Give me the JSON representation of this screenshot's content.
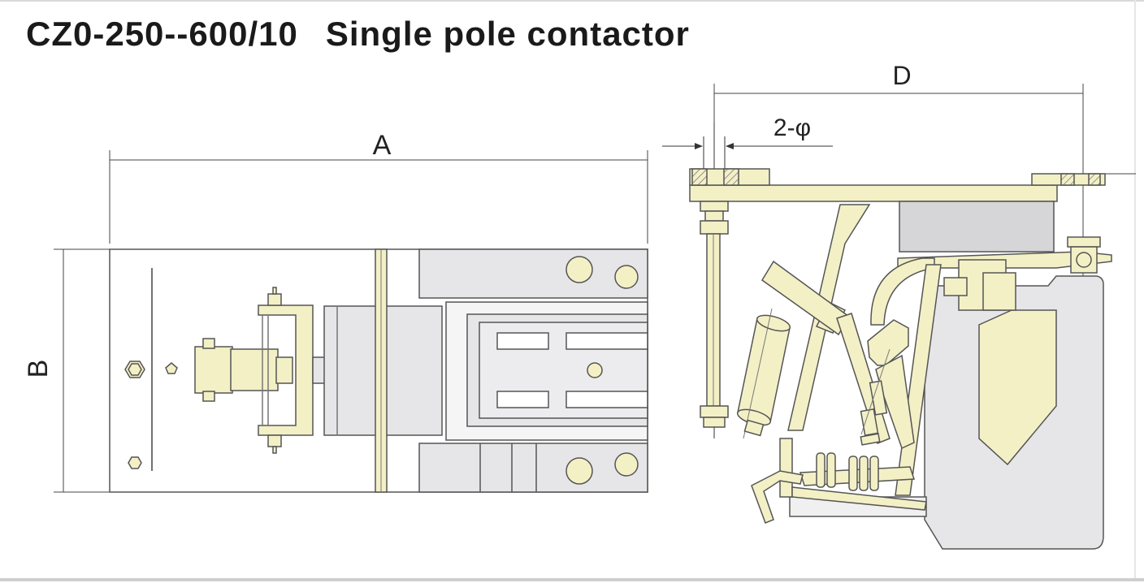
{
  "title": {
    "model": "CZ0-250--600/10",
    "name": "Single pole contactor"
  },
  "dimensions": {
    "a": "A",
    "b": "B",
    "d": "D",
    "holes": "2-φ"
  },
  "colors": {
    "cream": "#f3f0c6",
    "grey": "#e6e6e8",
    "dark_grey": "#d6d6d8",
    "stroke": "#555555"
  }
}
